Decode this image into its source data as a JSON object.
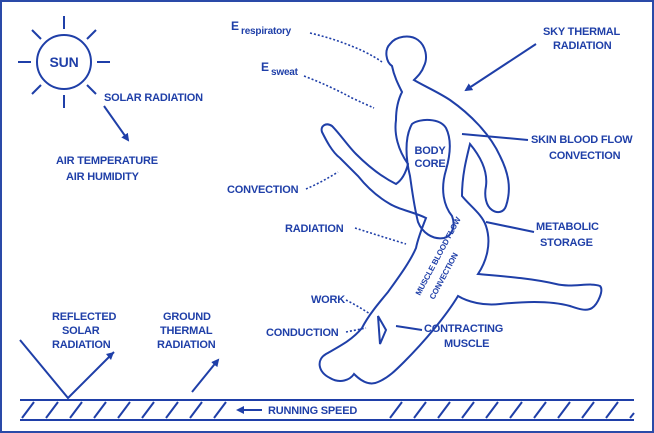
{
  "labels": {
    "sun": "SUN",
    "solar_radiation": "SOLAR RADIATION",
    "air_temperature": "AIR TEMPERATURE",
    "air_humidity": "AIR HUMIDITY",
    "e_respiratory_main": "E",
    "e_respiratory_sub": "respiratory",
    "e_sweat_main": "E",
    "e_sweat_sub": "sweat",
    "sky_thermal_1": "SKY THERMAL",
    "sky_thermal_2": "RADIATION",
    "skin_blood_flow_1": "SKIN BLOOD FLOW",
    "skin_blood_flow_2": "CONVECTION",
    "body_core_1": "BODY",
    "body_core_2": "CORE",
    "convection": "CONVECTION",
    "radiation": "RADIATION",
    "metabolic_1": "METABOLIC",
    "metabolic_2": "STORAGE",
    "muscle_blood_flow": "MUSCLE BLOOD FLOW",
    "muscle_convection": "CONVECTION",
    "reflected_1": "REFLECTED",
    "reflected_2": "SOLAR",
    "reflected_3": "RADIATION",
    "ground_1": "GROUND",
    "ground_2": "THERMAL",
    "ground_3": "RADIATION",
    "work": "WORK",
    "conduction": "CONDUCTION",
    "contracting_1": "CONTRACTING",
    "contracting_2": "MUSCLE",
    "running_speed": "RUNNING SPEED"
  },
  "colors": {
    "ink": "#1f3fa8",
    "border": "#2a4aa8",
    "background": "#ffffff"
  }
}
